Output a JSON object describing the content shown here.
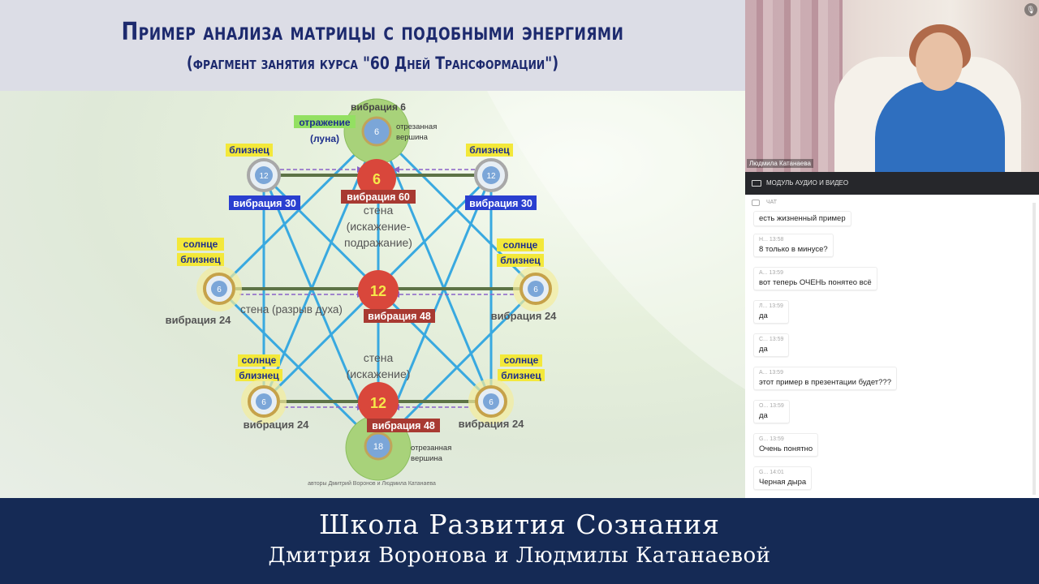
{
  "title": {
    "main": "Пример анализа матрицы с подобными энергиями",
    "sub": "(фрагмент занятия курса \"60 Дней Трансформации\")"
  },
  "diagram": {
    "top_vibration": "вибрация 6",
    "top_reflection": "отражение\n(луна)",
    "top_truncated": "отрезанная\nвершина",
    "top_value": "6",
    "twin_left_label": "близнец",
    "twin_right_label": "близнец",
    "twin_left_value": "12",
    "twin_right_value": "12",
    "vib30_left": "вибрация 30",
    "vib30_right": "вибрация 30",
    "center_top_value": "6",
    "center_top_vib": "вибрация 60",
    "wall1": "стена\n(искажение-\nподражание)",
    "sun_left_top": "солнце\nблизнец",
    "sun_right_top": "солнце\nблизнец",
    "mid_left_value": "6",
    "mid_right_value": "6",
    "center_mid_value": "12",
    "center_mid_vib": "вибрация 48",
    "wall2": "стена (разрыв духа)",
    "vib24_mid_left": "вибрация 24",
    "vib24_mid_right": "вибрация 24",
    "wall3": "стена\n(искажение)",
    "sun_left_bot": "солнце\nблизнец",
    "sun_right_bot": "солнце\nблизнец",
    "low_left_value": "6",
    "low_right_value": "6",
    "center_low_value": "12",
    "center_low_vib": "вибрация 48",
    "vib24_low_left": "вибрация 24",
    "vib24_low_right": "вибрация 24",
    "bottom_value": "18",
    "bottom_truncated": "отрезанная\nвершина",
    "authors": "авторы Дмитрий Воронов и Людмила Катанаева"
  },
  "video": {
    "participant_name": "Людмила Катанаева",
    "mic_icon": "mic-icon"
  },
  "module": {
    "label": "МОДУЛЬ АУДИО И ВИДЕО"
  },
  "chat": {
    "header": "ЧАТ",
    "messages": [
      {
        "meta": "",
        "text": "есть жизненный пример"
      },
      {
        "meta": "Н...  13:58",
        "text": "8 только в минусе?"
      },
      {
        "meta": "А...  13:59",
        "text": "вот теперь ОЧЕНЬ понятео всё"
      },
      {
        "meta": "Л...  13:59",
        "text": "да"
      },
      {
        "meta": "С...  13:59",
        "text": "да"
      },
      {
        "meta": "А...  13:59",
        "text": "этот пример  в презентации будет???"
      },
      {
        "meta": "О...  13:59",
        "text": "да"
      },
      {
        "meta": "G...  13:59",
        "text": "Очень понятно"
      },
      {
        "meta": "G...  14:01",
        "text": "Черная дыра"
      }
    ]
  },
  "banner": {
    "line1": "Школа Развития Сознания",
    "line2": "Дмитрия Воронова и Людмилы Катанаевой"
  },
  "colors": {
    "title_navy": "#1d2a6e",
    "bottom_navy": "#152a55",
    "line_cyan": "#39a9e0",
    "node_red": "#d9473b",
    "label_blue": "#2a3fd0",
    "label_darkred": "#a83a32",
    "highlight_yellow": "#f3e83a"
  }
}
